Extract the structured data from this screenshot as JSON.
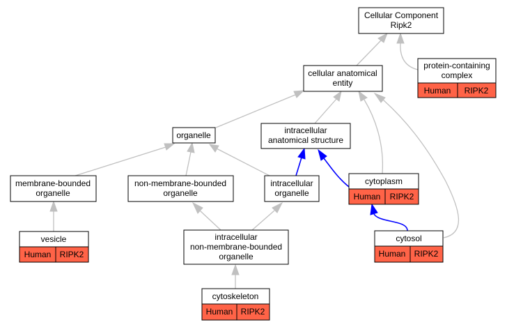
{
  "nodes": {
    "root": {
      "lines": [
        "Cellular Component",
        "Ripk2"
      ]
    },
    "protein_complex": {
      "lines": [
        "protein-containing",
        "complex"
      ],
      "tags": [
        "Human",
        "RIPK2"
      ]
    },
    "cellular_entity": {
      "lines": [
        "cellular anatomical",
        "entity"
      ]
    },
    "organelle": {
      "lines": [
        "organelle"
      ]
    },
    "intracellular_structure": {
      "lines": [
        "intracellular",
        "anatomical structure"
      ]
    },
    "membrane_bounded": {
      "lines": [
        "membrane-bounded",
        "organelle"
      ]
    },
    "non_membrane_bounded": {
      "lines": [
        "non-membrane-bounded",
        "organelle"
      ]
    },
    "intracellular_organelle": {
      "lines": [
        "intracellular",
        "organelle"
      ]
    },
    "cytoplasm": {
      "lines": [
        "cytoplasm"
      ],
      "tags": [
        "Human",
        "RIPK2"
      ]
    },
    "vesicle": {
      "lines": [
        "vesicle"
      ],
      "tags": [
        "Human",
        "RIPK2"
      ]
    },
    "intracellular_nmb": {
      "lines": [
        "intracellular",
        "non-membrane-bounded",
        "organelle"
      ]
    },
    "cytosol": {
      "lines": [
        "cytosol"
      ],
      "tags": [
        "Human",
        "RIPK2"
      ]
    },
    "cytoskeleton": {
      "lines": [
        "cytoskeleton"
      ],
      "tags": [
        "Human",
        "RIPK2"
      ]
    }
  },
  "colors": {
    "tag_fill": "#ff6347",
    "edge_default": "#c0c0c0",
    "edge_highlight": "#0000ff"
  }
}
